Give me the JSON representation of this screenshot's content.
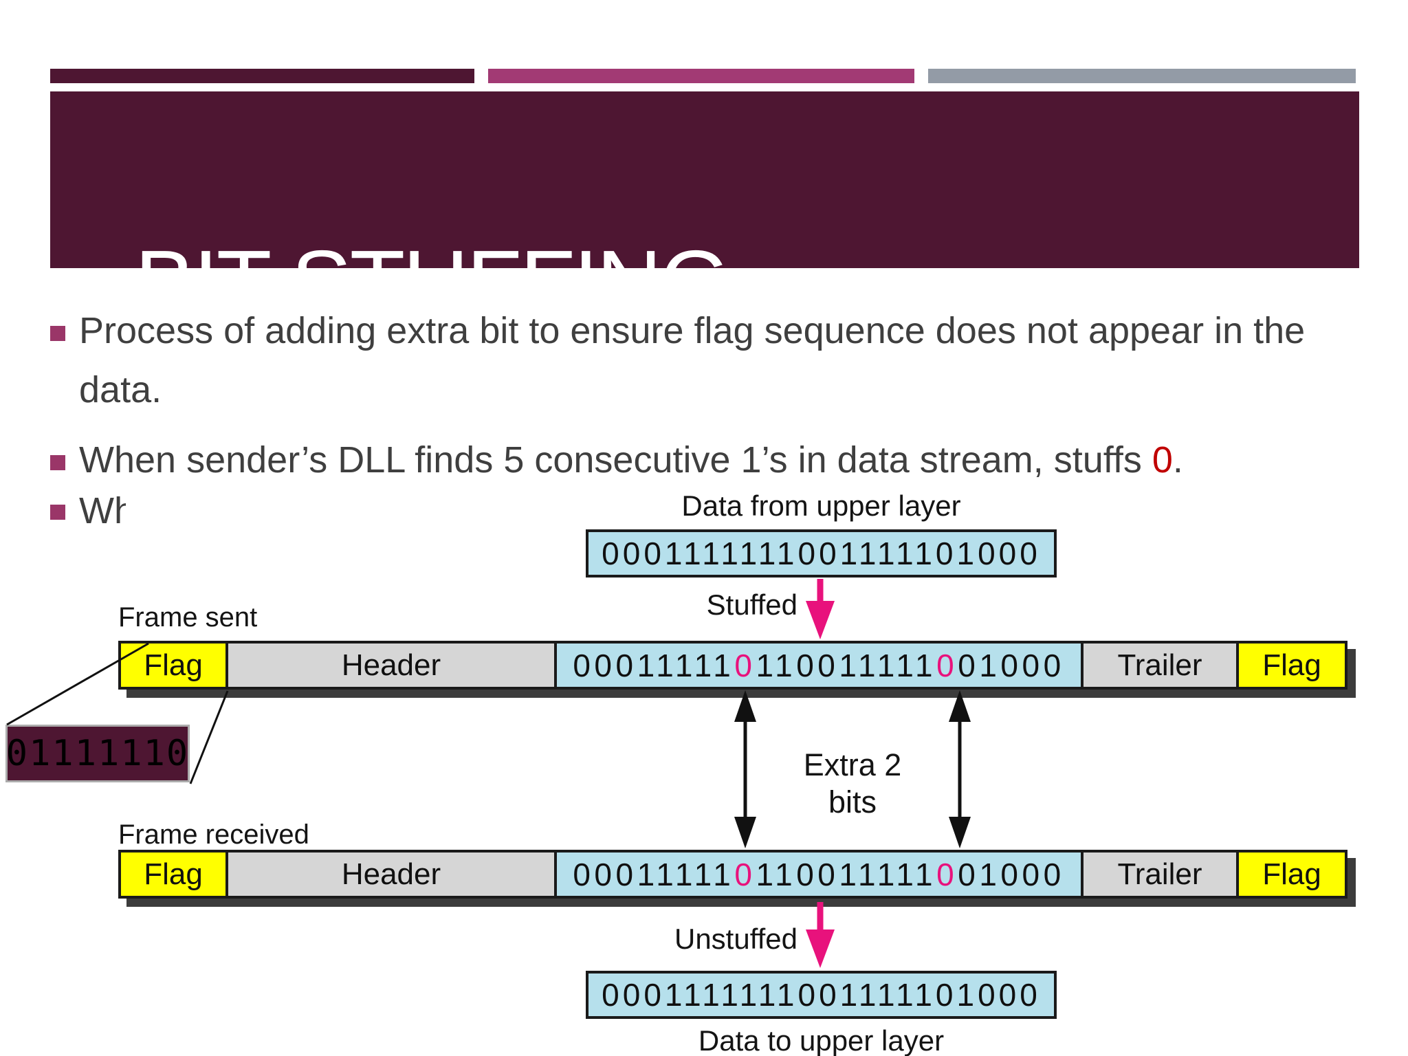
{
  "slide": {
    "title": "BIT STUFFING",
    "bullets": {
      "b1_line1": "Process of adding extra bit to ensure flag sequence does not appear in the",
      "b1_line2": "data.",
      "b2_text": "When sender’s DLL finds 5 consecutive 1’s in data stream, stuffs ",
      "b2_red_zero": "0",
      "b2_period": ".",
      "b3_text": "Wh"
    }
  },
  "diagram": {
    "top_label": "Data from upper layer",
    "top_bits": "0001111111001111101000",
    "stuffed_label": "Stuffed",
    "frame_sent_label": "Frame sent",
    "frame_received_label": "Frame received",
    "flag_label": "Flag",
    "header_label": "Header",
    "trailer_label": "Trailer",
    "data_segments": {
      "s1": "00011111",
      "p1": "0",
      "s2": "110011111",
      "p2": "0",
      "s3": "01000"
    },
    "flag_value": "01111110",
    "extra_line1": "Extra 2",
    "extra_line2": "bits",
    "unstuffed_label": "Unstuffed",
    "bottom_bits": "0001111111001111101000",
    "bottom_label": "Data to upper layer"
  },
  "colors": {
    "banner_maroon": "#4E1632",
    "bar_magenta": "#A23A74",
    "bar_gray": "#939BA6",
    "bullet_marker": "#9A3668",
    "body_text": "#3F3F3F",
    "red_zero": "#C00000",
    "stuffed_pink": "#E8127C",
    "cyan_fill": "#B6E0EC",
    "yellow_fill": "#FFFF00",
    "gray_fill": "#D6D6D6",
    "box_border": "#1A1A1A",
    "row_shadow": "#3C3C3C"
  }
}
